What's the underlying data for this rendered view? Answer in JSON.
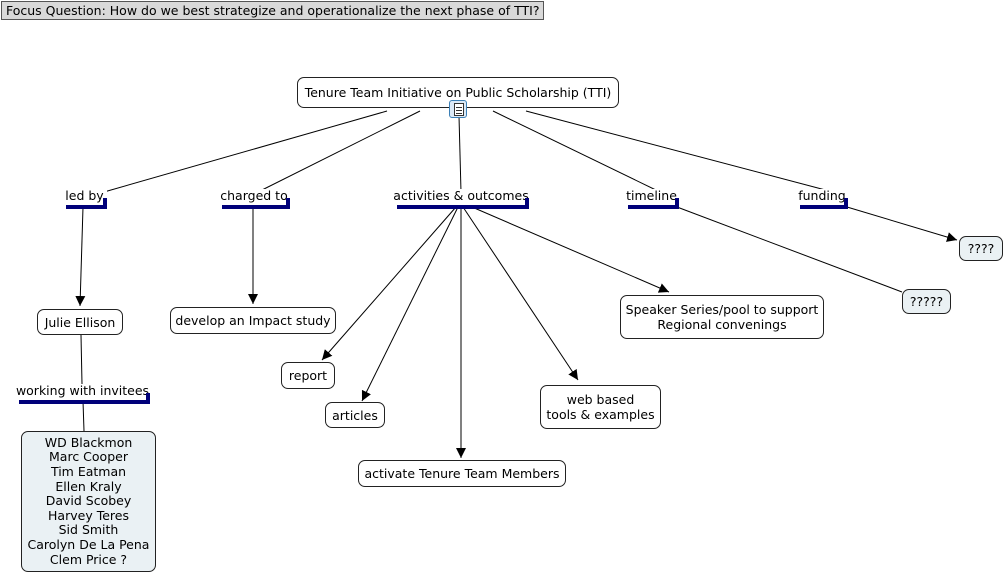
{
  "focus_question": "Focus Question: How do we best strategize and operationalize the next phase of TTI?",
  "concepts": {
    "root": "Tenure Team Initiative on Public Scholarship (TTI)",
    "julie": "Julie Ellison",
    "impact": "develop an Impact study",
    "report": "report",
    "articles": "articles",
    "activate": "activate Tenure Team Members",
    "web": [
      "web based",
      "tools & examples"
    ],
    "speaker": [
      "Speaker Series/pool to support",
      "Regional convenings"
    ],
    "timeline_q": "?????",
    "funding_q": "????",
    "invitees": [
      "WD Blackmon",
      "Marc Cooper",
      "Tim Eatman",
      "Ellen Kraly",
      "David Scobey",
      "Harvey Teres",
      "Sid Smith",
      "Carolyn De La Pena",
      "Clem Price ?"
    ]
  },
  "linking_phrases": {
    "led_by": "led by",
    "charged_to": "charged to",
    "activities": "activities & outcomes",
    "timeline": "timeline",
    "funding": "funding",
    "working_with": "working with invitees"
  },
  "colors": {
    "link_underline": "#00007a",
    "focus_bg": "#d9d9d9",
    "tinted_node_bg": "#eaf1f4"
  },
  "icons": {
    "root_attachment": "document-icon"
  }
}
